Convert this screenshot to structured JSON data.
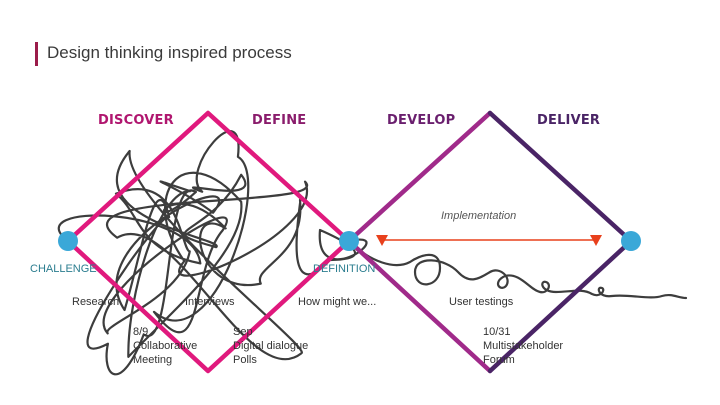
{
  "title": "Design thinking inspired process",
  "phases": [
    "DISCOVER",
    "DEFINE",
    "DEVELOP",
    "DELIVER"
  ],
  "colors": {
    "accent_bar": "#9b1c4a",
    "diamond1": "#e0197d",
    "diamond2_left": "#a02a8a",
    "diamond2_right": "#4a2466",
    "node": "#3aa8d8",
    "arrow": "#e8401c",
    "discover": "#b0166f",
    "define": "#8a1c6c",
    "develop": "#6a1f6e",
    "deliver": "#4a2466"
  },
  "nodes": {
    "challenge": "CHALLENGE",
    "definition": "DEFINITION"
  },
  "annotation": "Implementation",
  "labels": {
    "research": "Research",
    "interviews": "Interviews",
    "how_might_we": "How might we...",
    "user_testings": "User testings"
  },
  "events": [
    {
      "lines": [
        "8/9",
        "Collaborative",
        "Meeting"
      ]
    },
    {
      "lines": [
        "Sep",
        "Digital dialogue",
        "Polls"
      ]
    },
    {
      "lines": [
        "10/31",
        "Multistakeholder",
        "Forum"
      ]
    }
  ]
}
